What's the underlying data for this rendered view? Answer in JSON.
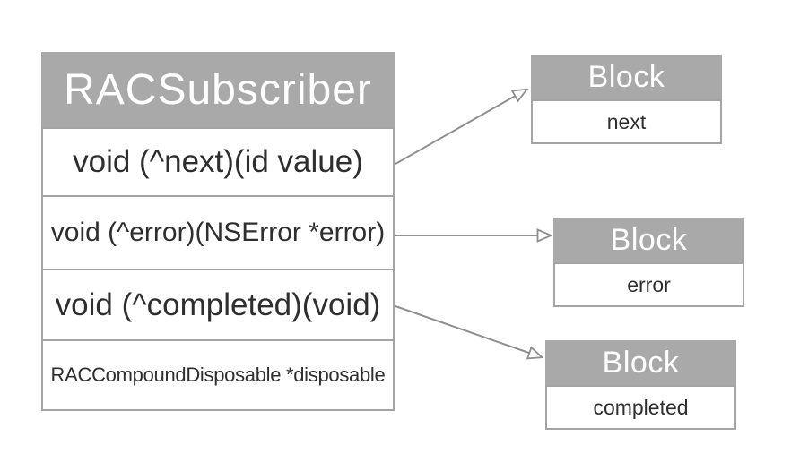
{
  "class_box": {
    "title": "RACSubscriber",
    "rows": [
      "void (^next)(id value)",
      "void (^error)(NSError *error)",
      "void (^completed)(void)",
      "RACCompoundDisposable *disposable"
    ]
  },
  "blocks": [
    {
      "title": "Block",
      "body": "next"
    },
    {
      "title": "Block",
      "body": "error"
    },
    {
      "title": "Block",
      "body": "completed"
    }
  ],
  "arrows": [
    {
      "from": "void (^next)(id value)",
      "to": "Block next"
    },
    {
      "from": "void (^error)(NSError *error)",
      "to": "Block error"
    },
    {
      "from": "void (^completed)(void)",
      "to": "Block completed"
    }
  ],
  "colors": {
    "header_fill": "#a9a9a9",
    "header_text": "#ffffff",
    "box_border": "#a4a4a4",
    "body_text": "#2e2e2e",
    "arrow": "#8f8f8f",
    "canvas": "#ffffff"
  }
}
